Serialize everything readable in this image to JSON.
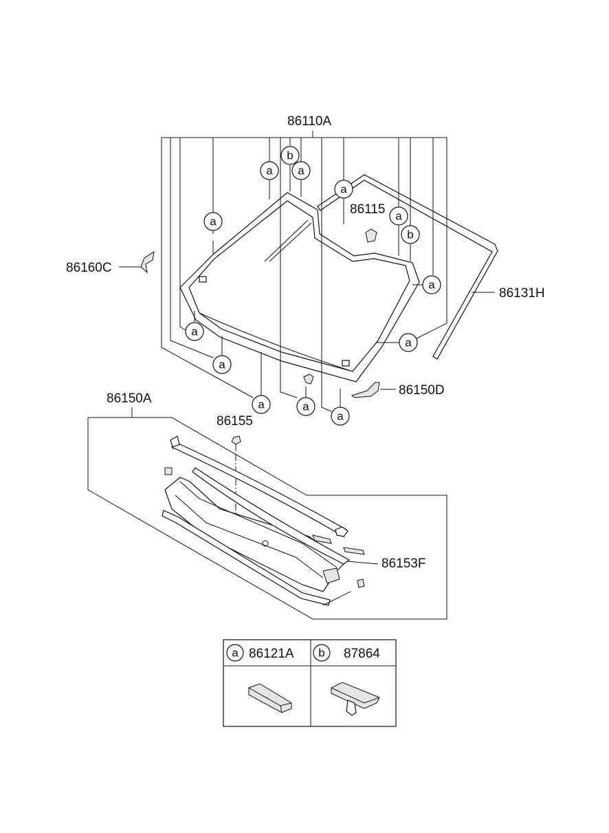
{
  "parts": {
    "windshield": "86110A",
    "sensor_cover": "86115",
    "side_molding_left": "86160C",
    "top_molding": "86131H",
    "cowl_assembly": "86150A",
    "cowl_bracket": "86150D",
    "clip": "86155",
    "cowl_seal": "86153F"
  },
  "callouts": {
    "a": "a",
    "b": "b"
  },
  "legend": {
    "a_symbol": "a",
    "a_part": "86121A",
    "b_symbol": "b",
    "b_part": "87864"
  }
}
